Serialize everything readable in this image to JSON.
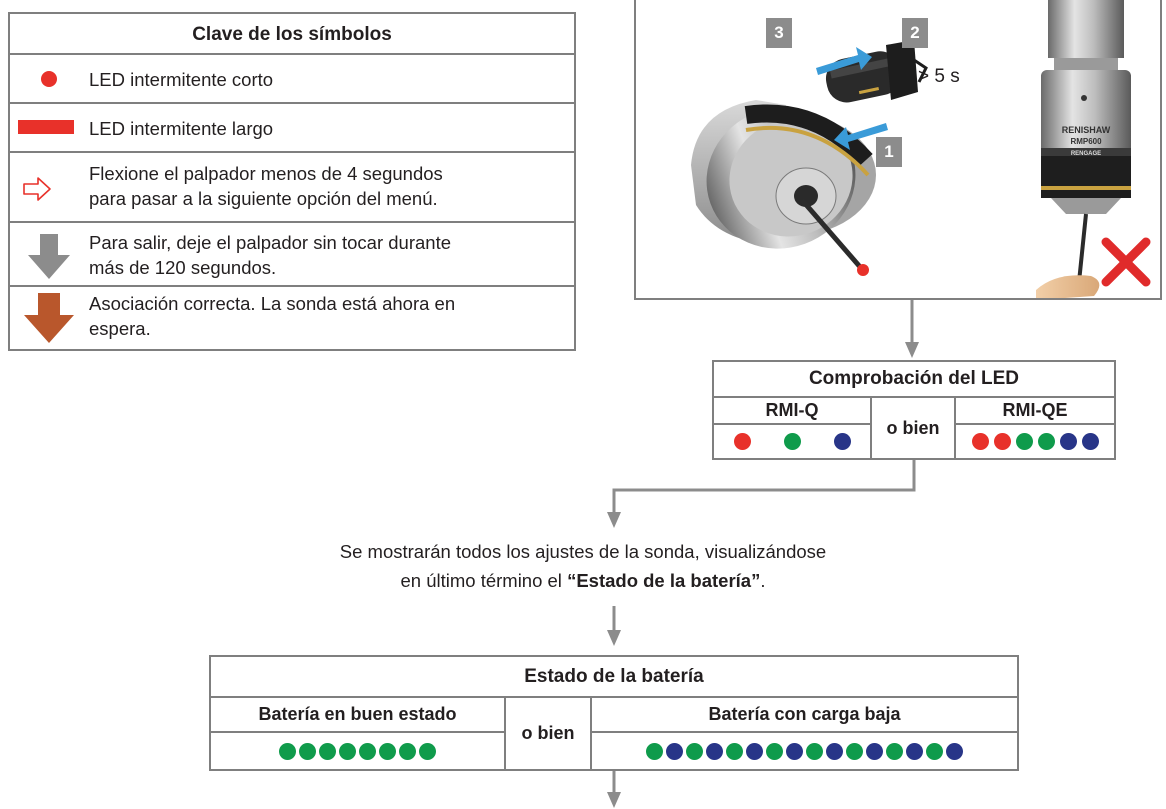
{
  "legend": {
    "title": "Clave de los símbolos",
    "items": [
      {
        "text": "LED intermitente corto"
      },
      {
        "text": "LED intermitente largo"
      },
      {
        "line1": "Flexione el palpador menos de 4 segundos",
        "line2": "para pasar a la siguiente opción del menú."
      },
      {
        "line1": "Para salir, deje el palpador sin tocar durante",
        "line2": "más de 120 segundos."
      },
      {
        "line1": "Asociación correcta. La sonda está ahora en",
        "line2": "espera."
      }
    ]
  },
  "photo": {
    "badges": [
      "3",
      "2",
      "1"
    ],
    "time_label": "> 5 s",
    "probe_brand": "RENISHAW",
    "probe_model": "RMP600",
    "probe_tech": "RENGAGE"
  },
  "led_check": {
    "title": "Comprobación del LED",
    "col1": "RMI-Q",
    "or": "o bien",
    "col2": "RMI-QE",
    "col1_dots": [
      "red",
      "green",
      "blue"
    ],
    "col2_dots": [
      "red",
      "red",
      "green",
      "green",
      "blue",
      "blue"
    ]
  },
  "middle": {
    "line1": "Se mostrarán todos los ajustes de la sonda, visualizándose",
    "line2_pre": "en último término el ",
    "line2_bold": "“Estado de la batería”",
    "line2_post": "."
  },
  "battery": {
    "title": "Estado de la batería",
    "col1": "Batería en buen estado",
    "or": "o bien",
    "col2": "Batería con carga baja",
    "col1_dots": [
      "green",
      "green",
      "green",
      "green",
      "green",
      "green",
      "green",
      "green"
    ],
    "col2_dots": [
      "green",
      "blue",
      "green",
      "blue",
      "green",
      "blue",
      "green",
      "blue",
      "green",
      "blue",
      "green",
      "blue",
      "green",
      "blue",
      "green",
      "blue"
    ]
  },
  "colors": {
    "red": "#e8312a",
    "green": "#0f9b4b",
    "blue": "#283588",
    "border": "#7f7f7f",
    "arrow_grey": "#8c8c8c",
    "arrow_brown": "#b9572c"
  }
}
